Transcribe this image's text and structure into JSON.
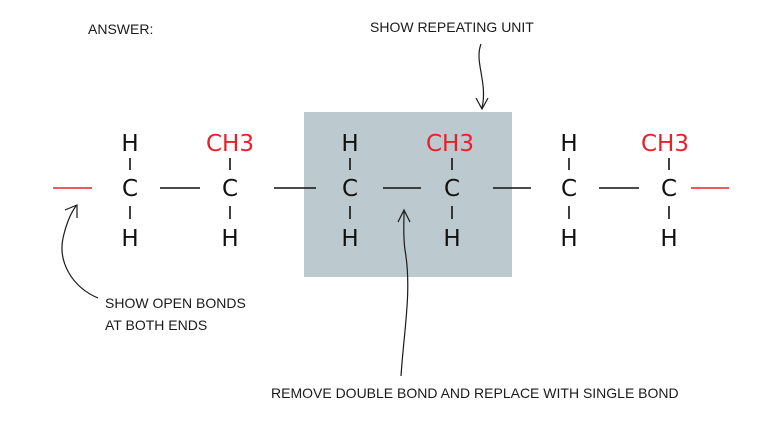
{
  "labels": {
    "answer": "ANSWER:",
    "repeating_unit": "SHOW REPEATING UNIT",
    "open_bonds_line1": "SHOW OPEN BONDS",
    "open_bonds_line2": "AT BOTH ENDS",
    "remove_double_bond": "REMOVE DOUBLE BOND AND REPLACE WITH SINGLE BOND"
  },
  "atoms": {
    "carbon": "C",
    "hydrogen": "H",
    "methyl": "CH3"
  },
  "colors": {
    "substituent": "#e8202a",
    "open_bond": "#e8202a",
    "highlight_box": "#bcc9cf",
    "text": "#111111"
  }
}
